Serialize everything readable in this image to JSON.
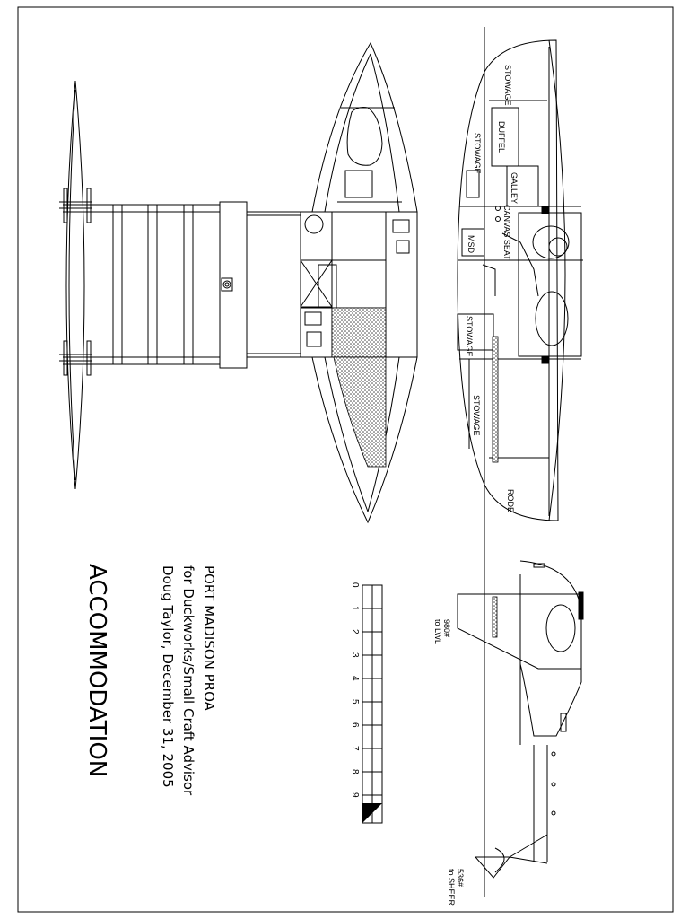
{
  "title_block": {
    "project": "PORT MADISON PROA",
    "client": "for Duckworks/Small Craft Advisor",
    "author_date": "Doug Taylor, December 31, 2005",
    "sheet_title": "ACCOMMODATION"
  },
  "labels": {
    "stowage_fwd": "STOWAGE",
    "duffel": "DUFFEL",
    "stowage_mid_fwd": "STOWAGE",
    "galley": "GALLEY",
    "canvas_seat": "CANVAS SEAT",
    "msd": "MSD",
    "stowage_mid_aft": "STOWAGE",
    "stowage_aft": "STOWAGE",
    "rode": "RODE",
    "weight_lwl": "980#",
    "weight_lwl_sub": "to LWL",
    "weight_sheer": "536#",
    "weight_sheer_sub": "to SHEER"
  },
  "scale_bar": {
    "ticks": [
      "0",
      "1",
      "2",
      "3",
      "4",
      "5",
      "6",
      "7",
      "8",
      "9"
    ]
  },
  "colors": {
    "line": "#000000",
    "hatch": "#555555",
    "paper": "#ffffff"
  }
}
